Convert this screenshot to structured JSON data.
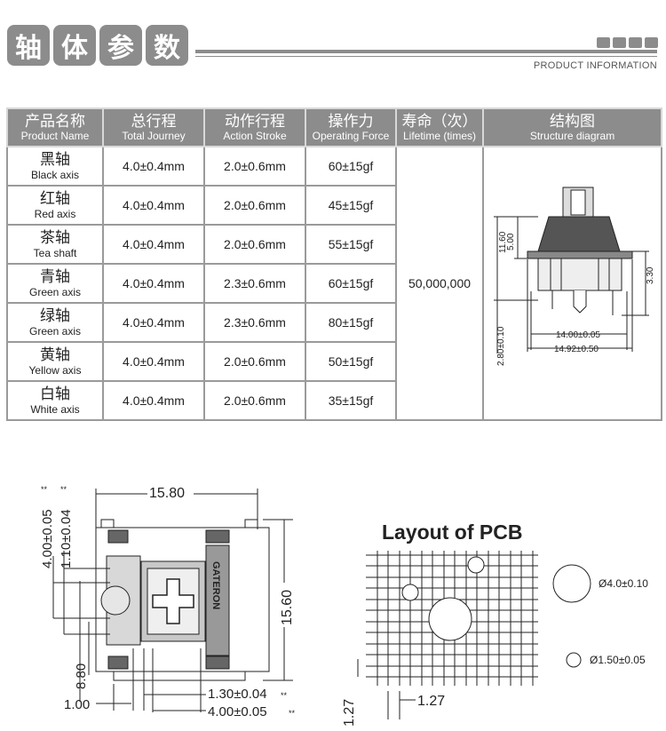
{
  "header": {
    "title_chars": [
      "轴",
      "体",
      "参",
      "数"
    ],
    "subtitle": "PRODUCT INFORMATION"
  },
  "table": {
    "headers": [
      {
        "zh": "产品名称",
        "en": "Product Name"
      },
      {
        "zh": "总行程",
        "en": "Total Journey"
      },
      {
        "zh": "动作行程",
        "en": "Action Stroke"
      },
      {
        "zh": "操作力",
        "en": "Operating Force"
      },
      {
        "zh": "寿命（次）",
        "en": "Lifetime (times)"
      },
      {
        "zh": "结构图",
        "en": "Structure diagram"
      }
    ],
    "rows": [
      {
        "zh": "黑轴",
        "en": "Black axis",
        "total": "4.0±0.4mm",
        "action": "2.0±0.6mm",
        "force": "60±15gf"
      },
      {
        "zh": "红轴",
        "en": "Red axis",
        "total": "4.0±0.4mm",
        "action": "2.0±0.6mm",
        "force": "45±15gf"
      },
      {
        "zh": "茶轴",
        "en": "Tea shaft",
        "total": "4.0±0.4mm",
        "action": "2.0±0.6mm",
        "force": "55±15gf"
      },
      {
        "zh": "青轴",
        "en": "Green axis",
        "total": "4.0±0.4mm",
        "action": "2.3±0.6mm",
        "force": "60±15gf"
      },
      {
        "zh": "绿轴",
        "en": "Green axis",
        "total": "4.0±0.4mm",
        "action": "2.3±0.6mm",
        "force": "80±15gf"
      },
      {
        "zh": "黄轴",
        "en": "Yellow axis",
        "total": "4.0±0.4mm",
        "action": "2.0±0.6mm",
        "force": "50±15gf"
      },
      {
        "zh": "白轴",
        "en": "White axis",
        "total": "4.0±0.4mm",
        "action": "2.0±0.6mm",
        "force": "35±15gf"
      }
    ],
    "lifetime": "50,000,000"
  },
  "structure_diagram": {
    "dim_height": "11.60",
    "dim_stem": "5.00",
    "dim_pin": "3.30",
    "dim_base": "2.80±0.10",
    "dim_inner_width": "14.00±0.05",
    "dim_outer_width": "14.92±0.50"
  },
  "top_view": {
    "dim_width": "15.80",
    "dim_height": "15.60",
    "dim_left_a": "4.00±0.05",
    "dim_left_b": "1.10±0.04",
    "dim_left_c": "8.80",
    "dim_bottom_a": "1.30±0.04",
    "dim_bottom_b": "4.00±0.05",
    "dim_bottom_c": "1.00",
    "marks": "**",
    "brand": "GATERON"
  },
  "pcb": {
    "title": "Layout of PCB",
    "hole_large": "Ø4.0±0.10",
    "hole_small": "Ø1.50±0.05",
    "pitch_x": "1.27",
    "pitch_y": "1.27"
  },
  "colors": {
    "header_gray": "#8c8c8c",
    "table_border": "#9a9a9a"
  }
}
